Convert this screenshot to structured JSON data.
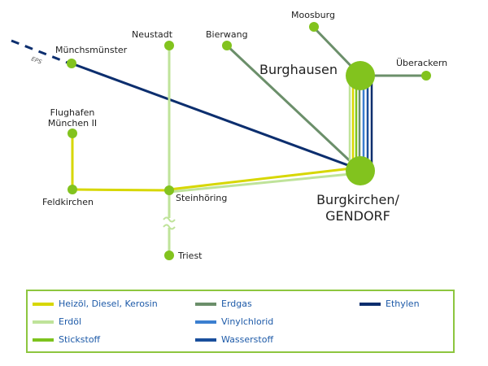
{
  "colors": {
    "node": "#82c31e",
    "heizoel": "#d7d700",
    "erdoel": "#bfe39a",
    "stickstoff": "#7dc31e",
    "erdgas": "#6b8f6a",
    "vinylchlorid": "#3b7fd0",
    "wasserstoff": "#1a4f9c",
    "ethylen": "#0c2e6e",
    "legend_text": "#1d5aa8",
    "legend_border": "#8dc63f"
  },
  "nodes": {
    "muenchsmuenster": "Münchsmünster",
    "neustadt": "Neustadt",
    "bierwang": "Bierwang",
    "moosburg": "Moosburg",
    "burghausen": "Burghausen",
    "ueberackern": "Überackern",
    "flughafen_line1": "Flughafen",
    "flughafen_line2": "München II",
    "feldkirchen": "Feldkirchen",
    "steinhoering": "Steinhöring",
    "triest": "Triest",
    "burgkirchen_line1": "Burgkirchen/",
    "burgkirchen_line2": "GENDORF"
  },
  "eps_label": "EPS",
  "legend": {
    "items": [
      {
        "label": "Heizöl, Diesel, Kerosin",
        "key": "heizoel"
      },
      {
        "label": "Erdöl",
        "key": "erdoel"
      },
      {
        "label": "Stickstoff",
        "key": "stickstoff"
      },
      {
        "label": "Erdgas",
        "key": "erdgas"
      },
      {
        "label": "Vinylchlorid",
        "key": "vinylchlorid"
      },
      {
        "label": "Wasserstoff",
        "key": "wasserstoff"
      },
      {
        "label": "Ethylen",
        "key": "ethylen"
      }
    ]
  }
}
